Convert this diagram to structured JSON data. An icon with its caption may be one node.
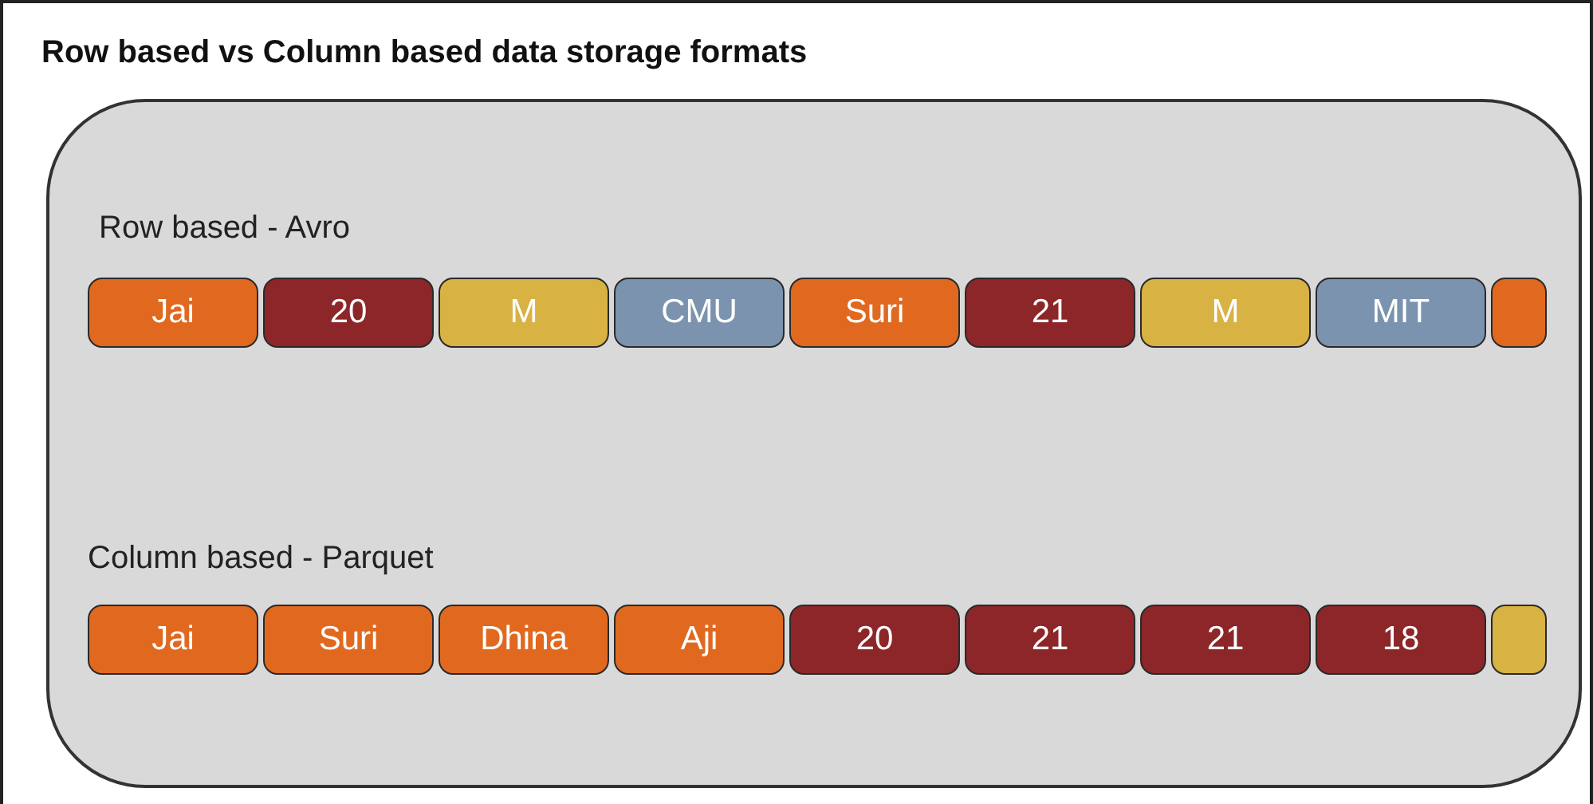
{
  "diagram": {
    "title": "Row based vs Column based data storage formats",
    "nodes": [
      {
        "text": [],
        "shape": "box"
      },
      {
        "text": [
          "Jai"
        ],
        "in": 0
      },
      {
        "text": [
          "20"
        ],
        "in": 0
      },
      {
        "text": [
          "M"
        ],
        "in": 0
      },
      {
        "text": [
          "CMU"
        ],
        "in": 0
      },
      {
        "text": [
          "Suri"
        ],
        "in": 0
      },
      {
        "text": [
          "21"
        ],
        "in": 0
      },
      {
        "text": [
          "M"
        ],
        "in": 0
      },
      {
        "text": [
          "MIT"
        ],
        "in": 0
      },
      {
        "text": [],
        "shape": "box",
        "in": 0
      },
      {
        "text": [
          "Jai"
        ],
        "in": 0
      },
      {
        "text": [
          "Suri"
        ],
        "in": 0
      },
      {
        "text": [
          "Dhina"
        ],
        "in": 0
      },
      {
        "text": [
          "Aji"
        ],
        "in": 0
      },
      {
        "text": [
          "20"
        ],
        "in": 0
      },
      {
        "text": [
          "21"
        ],
        "in": 0
      },
      {
        "text": [
          "21"
        ],
        "in": 0
      },
      {
        "text": [
          "18"
        ],
        "in": 0
      },
      {
        "text": [],
        "shape": "box",
        "in": 0
      }
    ],
    "labels": [
      "Row based - Avro",
      "Column based - Parquet"
    ]
  }
}
